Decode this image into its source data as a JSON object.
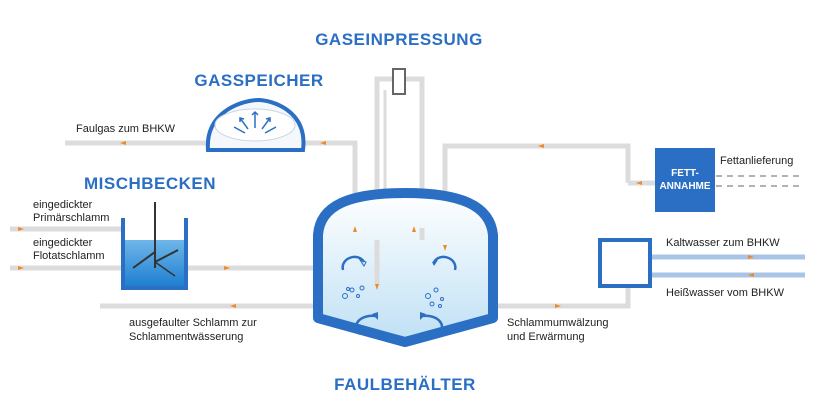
{
  "titles": {
    "gaseinpressung": "GASEINPRESSUNG",
    "gasspeicher": "GASSPEICHER",
    "mischbecken": "MISCHBECKEN",
    "faulbehaelter": "FAULBEHÄLTER"
  },
  "labels": {
    "faulgas": "Faulgas zum BHKW",
    "primaer_1": "eingedickter",
    "primaer_2": "Primärschlamm",
    "flotat_1": "eingedickter",
    "flotat_2": "Flotatschlamm",
    "ausgefault_1": "ausgefaulter Schlamm zur",
    "ausgefault_2": "Schlammentwässerung",
    "umwaelzung_1": "Schlammumwälzung",
    "umwaelzung_2": "und Erwärmung",
    "fettanlieferung": "Fettanlieferung",
    "kaltwasser": "Kaltwasser zum BHKW",
    "heisswasser": "Heißwasser vom BHKW"
  },
  "fett_box": {
    "line1": "FETT-",
    "line2": "ANNAHME"
  },
  "colors": {
    "brand_blue": "#2a6fc4",
    "pipe_grey": "#dcdcdc",
    "flow_arrow": "#f08a24"
  }
}
